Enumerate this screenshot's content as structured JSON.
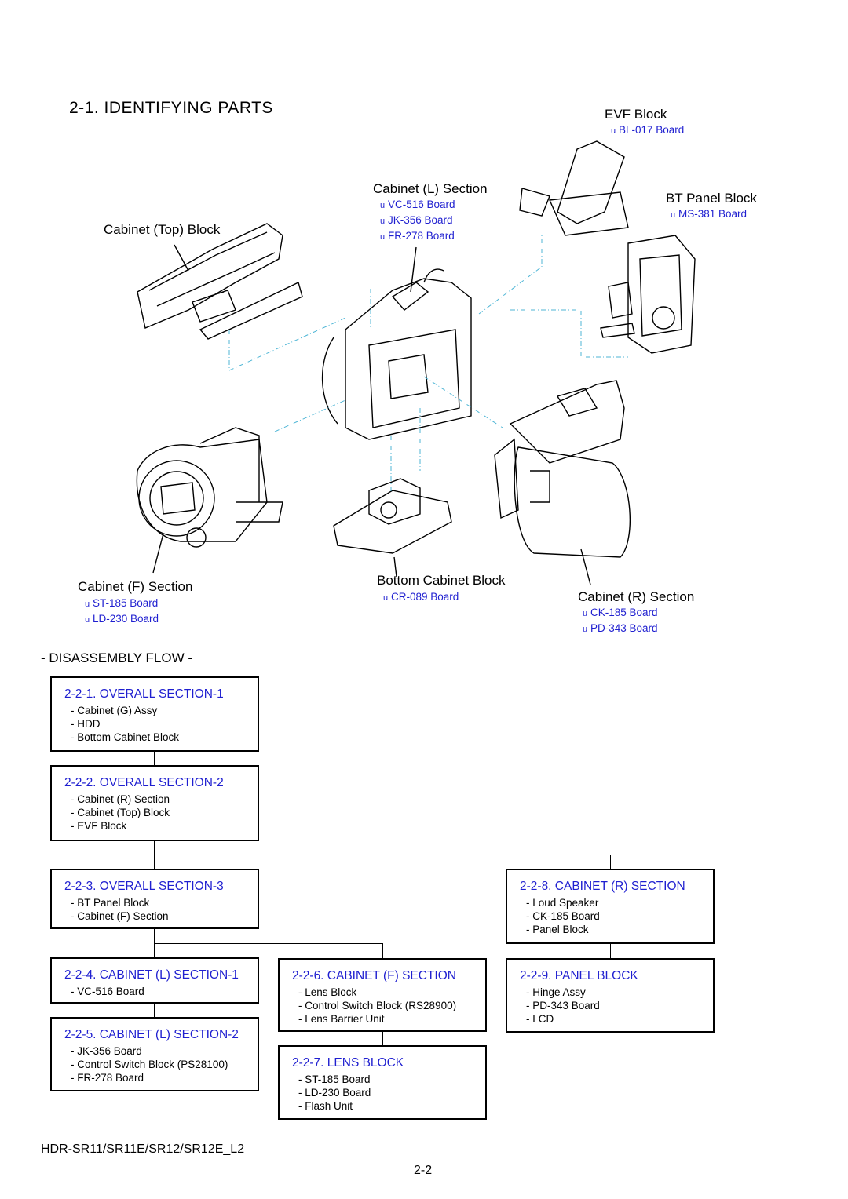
{
  "page_title": "2-1. IDENTIFYING PARTS",
  "blocks": {
    "evf": {
      "label": "EVF Block",
      "boards": [
        "BL-017 Board"
      ]
    },
    "cabinet_l": {
      "label": "Cabinet (L) Section",
      "boards": [
        "VC-516 Board",
        "JK-356 Board",
        "FR-278 Board"
      ]
    },
    "bt_panel": {
      "label": "BT Panel Block",
      "boards": [
        "MS-381 Board"
      ]
    },
    "cabinet_top": {
      "label": "Cabinet (Top) Block"
    },
    "cabinet_f": {
      "label": "Cabinet (F) Section",
      "boards": [
        "ST-185 Board",
        "LD-230 Board"
      ]
    },
    "bottom_cabinet": {
      "label": "Bottom Cabinet Block",
      "boards": [
        "CR-089 Board"
      ]
    },
    "cabinet_r": {
      "label": "Cabinet (R) Section",
      "boards": [
        "CK-185 Board",
        "PD-343 Board"
      ]
    }
  },
  "board_marker": "u",
  "disassembly_flow": {
    "heading": "- DISASSEMBLY FLOW -",
    "boxes": [
      {
        "id": "s1",
        "title": "2-2-1. OVERALL SECTION-1",
        "items": [
          "- Cabinet (G) Assy",
          "- HDD",
          "- Bottom Cabinet Block"
        ]
      },
      {
        "id": "s2",
        "title": "2-2-2. OVERALL SECTION-2",
        "items": [
          "- Cabinet (R) Section",
          "- Cabinet (Top) Block",
          "- EVF Block"
        ]
      },
      {
        "id": "s3",
        "title": "2-2-3. OVERALL SECTION-3",
        "items": [
          "- BT Panel Block",
          "- Cabinet (F) Section"
        ]
      },
      {
        "id": "s4",
        "title": "2-2-4. CABINET (L) SECTION-1",
        "items": [
          "- VC-516 Board"
        ]
      },
      {
        "id": "s5",
        "title": "2-2-5. CABINET (L) SECTION-2",
        "items": [
          "- JK-356 Board",
          "- Control Switch Block (PS28100)",
          "- FR-278 Board"
        ]
      },
      {
        "id": "s6",
        "title": "2-2-6. CABINET (F) SECTION",
        "items": [
          "- Lens Block",
          "- Control Switch Block (RS28900)",
          "- Lens Barrier Unit"
        ]
      },
      {
        "id": "s7",
        "title": "2-2-7. LENS BLOCK",
        "items": [
          "- ST-185 Board",
          "- LD-230 Board",
          "- Flash Unit"
        ]
      },
      {
        "id": "s8",
        "title": "2-2-8. CABINET (R) SECTION",
        "items": [
          "- Loud Speaker",
          "- CK-185 Board",
          "- Panel Block"
        ]
      },
      {
        "id": "s9",
        "title": "2-2-9. PANEL BLOCK",
        "items": [
          "- Hinge Assy",
          "- PD-343 Board",
          "- LCD"
        ]
      }
    ]
  },
  "footer": {
    "model": "HDR-SR11/SR11E/SR12/SR12E_L2",
    "page_number": "2-2"
  },
  "colors": {
    "link": "#1f1fd0",
    "guide_line": "#4fb6d6"
  }
}
